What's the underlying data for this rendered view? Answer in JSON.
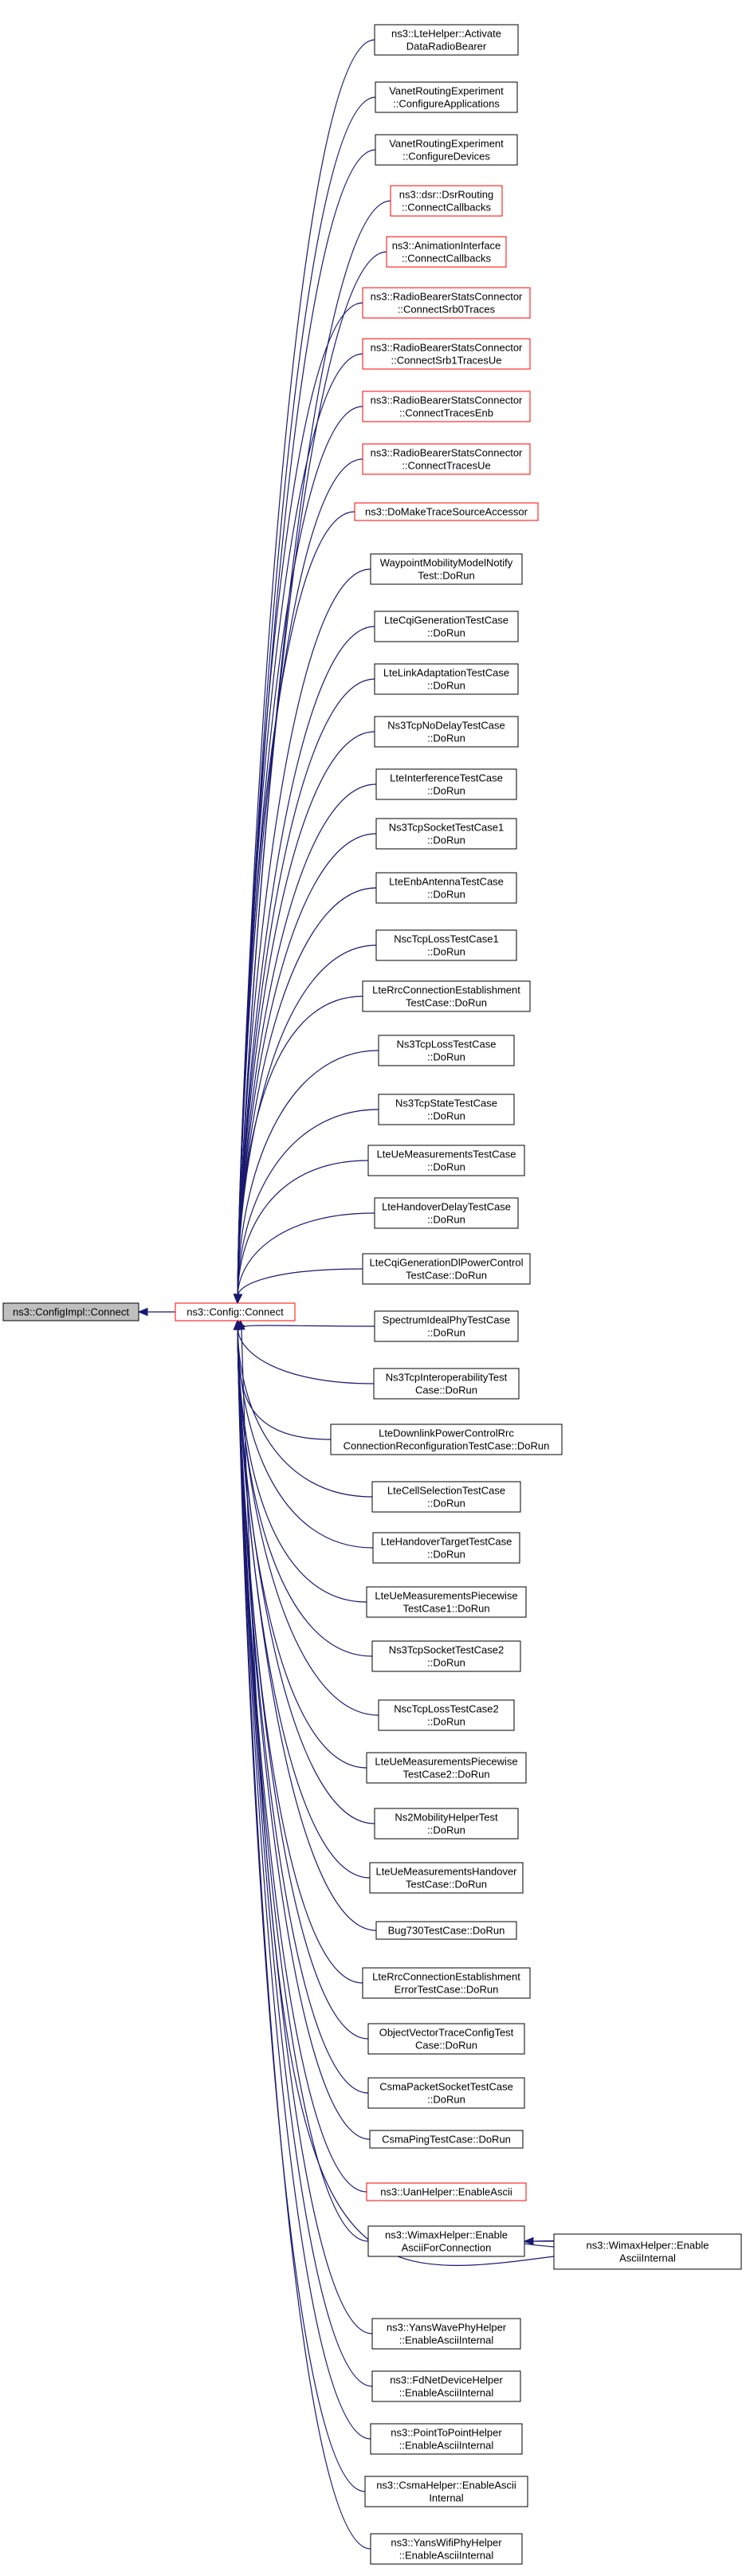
{
  "colors": {
    "edge": "#191970",
    "border": "#000000",
    "red_border": "#ff0000",
    "root_fill": "#bfbfbf"
  },
  "root": {
    "id": "root",
    "lines": [
      "ns3::ConfigImpl::Connect"
    ]
  },
  "hub": {
    "id": "hub",
    "lines": [
      "ns3::Config::Connect"
    ],
    "red": true
  },
  "wimax_internal": {
    "id": "wimax_internal",
    "lines": [
      "ns3::WimaxHelper::Enable",
      "AsciiInternal"
    ]
  },
  "callers": [
    {
      "id": "n0",
      "lines": [
        "ns3::LteHelper::Activate",
        "DataRadioBearer"
      ],
      "red": false
    },
    {
      "id": "n1",
      "lines": [
        "VanetRoutingExperiment",
        "::ConfigureApplications"
      ],
      "red": false
    },
    {
      "id": "n2",
      "lines": [
        "VanetRoutingExperiment",
        "::ConfigureDevices"
      ],
      "red": false
    },
    {
      "id": "n3",
      "lines": [
        "ns3::dsr::DsrRouting",
        "::ConnectCallbacks"
      ],
      "red": true
    },
    {
      "id": "n4",
      "lines": [
        "ns3::AnimationInterface",
        "::ConnectCallbacks"
      ],
      "red": true
    },
    {
      "id": "n5",
      "lines": [
        "ns3::RadioBearerStatsConnector",
        "::ConnectSrb0Traces"
      ],
      "red": true
    },
    {
      "id": "n6",
      "lines": [
        "ns3::RadioBearerStatsConnector",
        "::ConnectSrb1TracesUe"
      ],
      "red": true
    },
    {
      "id": "n7",
      "lines": [
        "ns3::RadioBearerStatsConnector",
        "::ConnectTracesEnb"
      ],
      "red": true
    },
    {
      "id": "n8",
      "lines": [
        "ns3::RadioBearerStatsConnector",
        "::ConnectTracesUe"
      ],
      "red": true
    },
    {
      "id": "n9",
      "lines": [
        "ns3::DoMakeTraceSourceAccessor"
      ],
      "red": true
    },
    {
      "id": "n10",
      "lines": [
        "WaypointMobilityModelNotify",
        "Test::DoRun"
      ],
      "red": false
    },
    {
      "id": "n11",
      "lines": [
        "LteCqiGenerationTestCase",
        "::DoRun"
      ],
      "red": false
    },
    {
      "id": "n12",
      "lines": [
        "LteLinkAdaptationTestCase",
        "::DoRun"
      ],
      "red": false
    },
    {
      "id": "n13",
      "lines": [
        "Ns3TcpNoDelayTestCase",
        "::DoRun"
      ],
      "red": false
    },
    {
      "id": "n14",
      "lines": [
        "LteInterferenceTestCase",
        "::DoRun"
      ],
      "red": false
    },
    {
      "id": "n15",
      "lines": [
        "Ns3TcpSocketTestCase1",
        "::DoRun"
      ],
      "red": false
    },
    {
      "id": "n16",
      "lines": [
        "LteEnbAntennaTestCase",
        "::DoRun"
      ],
      "red": false
    },
    {
      "id": "n17",
      "lines": [
        "NscTcpLossTestCase1",
        "::DoRun"
      ],
      "red": false
    },
    {
      "id": "n18",
      "lines": [
        "LteRrcConnectionEstablishment",
        "TestCase::DoRun"
      ],
      "red": false
    },
    {
      "id": "n19",
      "lines": [
        "Ns3TcpLossTestCase",
        "::DoRun"
      ],
      "red": false
    },
    {
      "id": "n20",
      "lines": [
        "Ns3TcpStateTestCase",
        "::DoRun"
      ],
      "red": false
    },
    {
      "id": "n21",
      "lines": [
        "LteUeMeasurementsTestCase",
        "::DoRun"
      ],
      "red": false
    },
    {
      "id": "n22",
      "lines": [
        "LteHandoverDelayTestCase",
        "::DoRun"
      ],
      "red": false
    },
    {
      "id": "n23",
      "lines": [
        "LteCqiGenerationDlPowerControl",
        "TestCase::DoRun"
      ],
      "red": false
    },
    {
      "id": "n24",
      "lines": [
        "SpectrumIdealPhyTestCase",
        "::DoRun"
      ],
      "red": false
    },
    {
      "id": "n25",
      "lines": [
        "Ns3TcpInteroperabilityTest",
        "Case::DoRun"
      ],
      "red": false
    },
    {
      "id": "n26",
      "lines": [
        "LteDownlinkPowerControlRrc",
        "ConnectionReconfigurationTestCase::DoRun"
      ],
      "red": false
    },
    {
      "id": "n27",
      "lines": [
        "LteCellSelectionTestCase",
        "::DoRun"
      ],
      "red": false
    },
    {
      "id": "n28",
      "lines": [
        "LteHandoverTargetTestCase",
        "::DoRun"
      ],
      "red": false
    },
    {
      "id": "n29",
      "lines": [
        "LteUeMeasurementsPiecewise",
        "TestCase1::DoRun"
      ],
      "red": false
    },
    {
      "id": "n30",
      "lines": [
        "Ns3TcpSocketTestCase2",
        "::DoRun"
      ],
      "red": false
    },
    {
      "id": "n31",
      "lines": [
        "NscTcpLossTestCase2",
        "::DoRun"
      ],
      "red": false
    },
    {
      "id": "n32",
      "lines": [
        "LteUeMeasurementsPiecewise",
        "TestCase2::DoRun"
      ],
      "red": false
    },
    {
      "id": "n33",
      "lines": [
        "Ns2MobilityHelperTest",
        "::DoRun"
      ],
      "red": false
    },
    {
      "id": "n34",
      "lines": [
        "LteUeMeasurementsHandover",
        "TestCase::DoRun"
      ],
      "red": false
    },
    {
      "id": "n35",
      "lines": [
        "Bug730TestCase::DoRun"
      ],
      "red": false
    },
    {
      "id": "n36",
      "lines": [
        "LteRrcConnectionEstablishment",
        "ErrorTestCase::DoRun"
      ],
      "red": false
    },
    {
      "id": "n37",
      "lines": [
        "ObjectVectorTraceConfigTest",
        "Case::DoRun"
      ],
      "red": false
    },
    {
      "id": "n38",
      "lines": [
        "CsmaPacketSocketTestCase",
        "::DoRun"
      ],
      "red": false
    },
    {
      "id": "n39",
      "lines": [
        "CsmaPingTestCase::DoRun"
      ],
      "red": false
    },
    {
      "id": "n40",
      "lines": [
        "ns3::UanHelper::EnableAscii"
      ],
      "red": true
    },
    {
      "id": "n41",
      "lines": [
        "ns3::WimaxHelper::Enable",
        "AsciiForConnection"
      ],
      "red": false
    },
    {
      "id": "n42",
      "lines": [
        "ns3::YansWavePhyHelper",
        "::EnableAsciiInternal"
      ],
      "red": false
    },
    {
      "id": "n43",
      "lines": [
        "ns3::FdNetDeviceHelper",
        "::EnableAsciiInternal"
      ],
      "red": false
    },
    {
      "id": "n44",
      "lines": [
        "ns3::PointToPointHelper",
        "::EnableAsciiInternal"
      ],
      "red": false
    },
    {
      "id": "n45",
      "lines": [
        "ns3::CsmaHelper::EnableAscii",
        "Internal"
      ],
      "red": false
    },
    {
      "id": "n46",
      "lines": [
        "ns3::YansWifiPhyHelper",
        "::EnableAsciiInternal"
      ],
      "red": false
    }
  ]
}
